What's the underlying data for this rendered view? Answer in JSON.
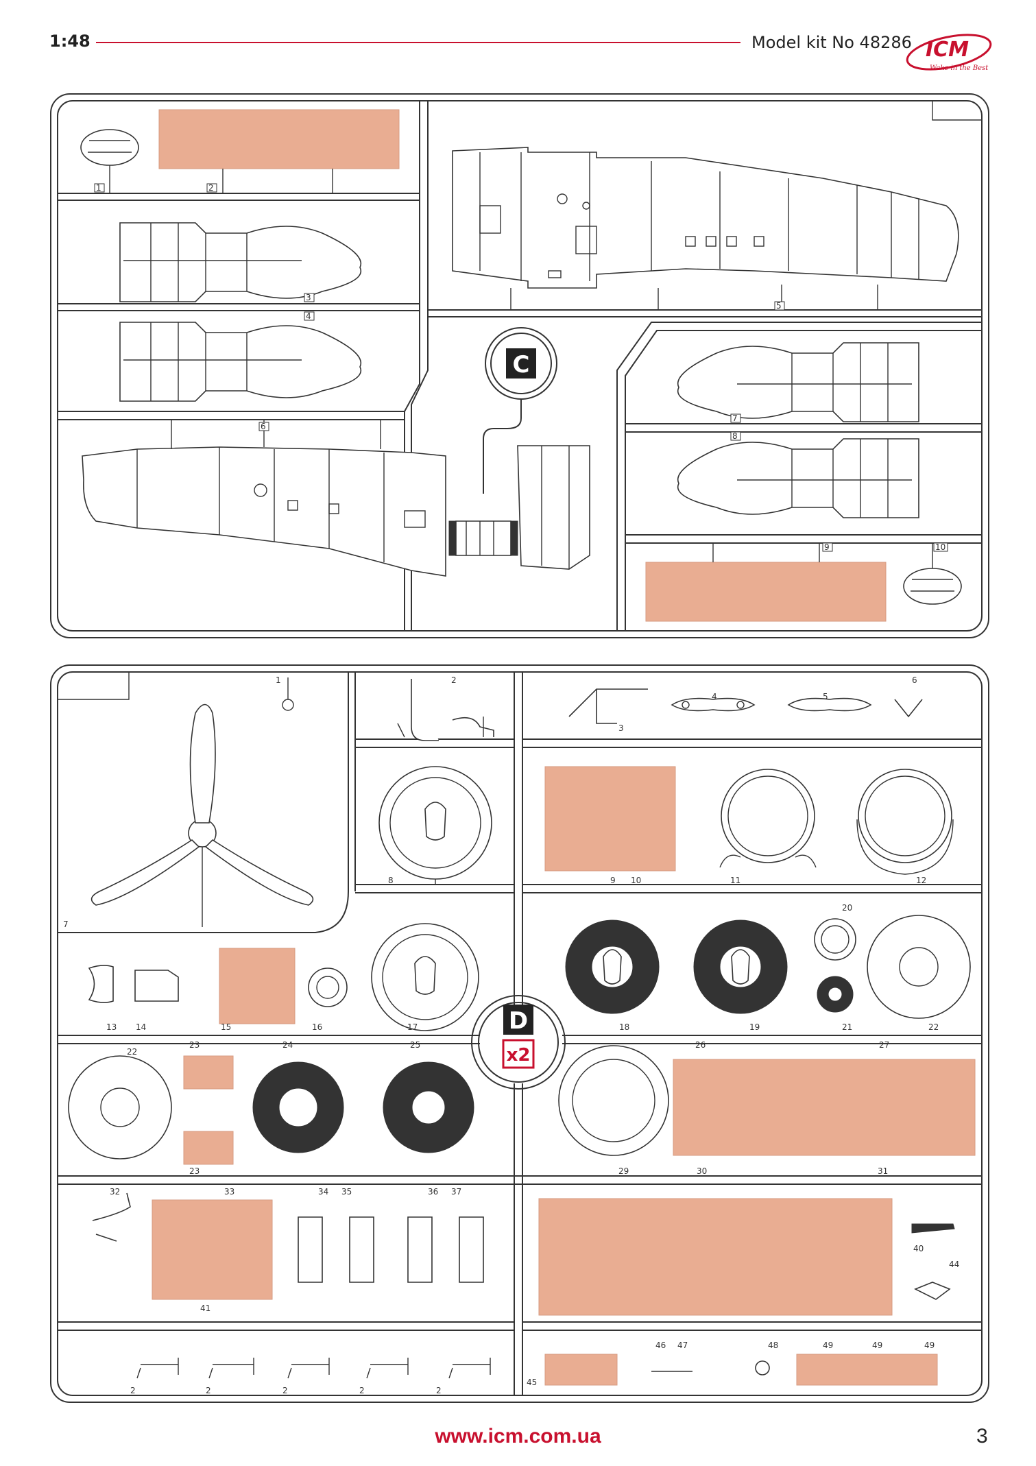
{
  "header": {
    "scale": "1:48",
    "kit_label": "Model kit No 48286"
  },
  "brand": {
    "logo_text": "ICM",
    "tagline": "Wake in the Best",
    "accent": "#c8102e"
  },
  "sprue_c": {
    "letter": "C",
    "part_numbers": [
      "1",
      "2",
      "3",
      "4",
      "5",
      "6",
      "7",
      "8",
      "9",
      "10"
    ]
  },
  "sprue_d": {
    "letter": "D",
    "multiplier": "x2",
    "part_numbers": [
      "1",
      "2",
      "3",
      "4",
      "5",
      "6",
      "7",
      "8",
      "9",
      "10",
      "11",
      "12",
      "13",
      "14",
      "15",
      "16",
      "17",
      "18",
      "19",
      "20",
      "21",
      "22",
      "22",
      "23",
      "23",
      "24",
      "25",
      "26",
      "27",
      "29",
      "30",
      "31",
      "32",
      "33",
      "34",
      "35",
      "36",
      "37",
      "40",
      "41",
      "44",
      "45",
      "46",
      "47",
      "48",
      "49",
      "49",
      "49",
      "2",
      "2",
      "2",
      "2",
      "2"
    ]
  },
  "colors": {
    "blank": "#e9ad92",
    "line": "#333333"
  },
  "footer": {
    "url": "www.icm.com.ua",
    "page": "3"
  }
}
